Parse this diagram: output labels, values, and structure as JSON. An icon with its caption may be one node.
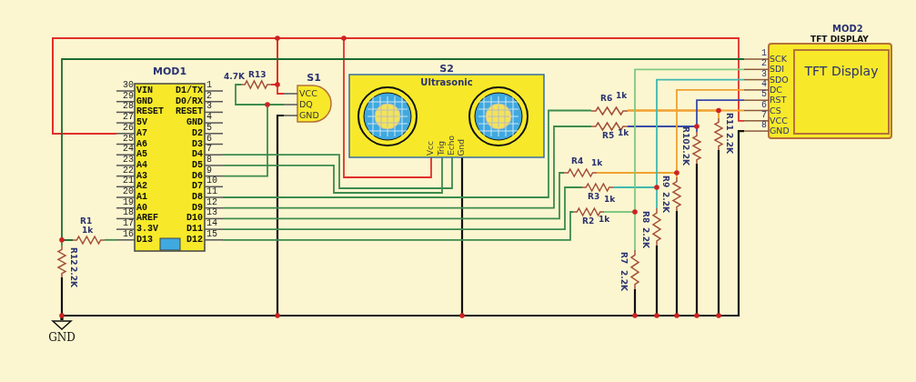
{
  "diagram": {
    "nodes": [
      {
        "beside": [
          "30",
          "29",
          "28",
          "27",
          "26",
          "25",
          "24",
          "23",
          "22",
          "21",
          "20",
          "19",
          "18",
          "17",
          "16",
          "1",
          "2",
          "3",
          "4",
          "5",
          "6",
          "7",
          "8",
          "9",
          "10",
          "11",
          "12",
          "13",
          "14",
          "15"
        ],
        "text": [
          "MOD1",
          "VIN",
          "GND",
          "RESET",
          "5V",
          "A7",
          "A6",
          "A5",
          "A4",
          "A3",
          "A2",
          "A1",
          "A0",
          "AREF",
          "3.3V",
          "D13",
          "D1/TX",
          "D0/RX",
          "RESET",
          "GND",
          "D2",
          "D3",
          "D4",
          "D5",
          "D6",
          "D7",
          "D8",
          "D9",
          "D10",
          "D11",
          "D12"
        ]
      },
      {
        "text": [
          "S1",
          "VCC",
          "DQ",
          "GND"
        ]
      },
      {
        "text": [
          "S2",
          "Ultrasonic",
          "Vcc",
          "Trig",
          "Echo",
          "Gnd"
        ]
      },
      {
        "beside": [
          "1",
          "2",
          "3",
          "4",
          "5",
          "6",
          "7",
          "8"
        ],
        "text": [
          "MOD2",
          "TFT DISPLAY",
          "SCK",
          "SDI",
          "SDO",
          "DC",
          "RST",
          "CS",
          "VCC",
          "GND"
        ]
      },
      {
        "text": [
          "TFT Display"
        ],
        "in": 3
      },
      {
        "text": [],
        "shape": "resistor",
        "beside": [
          "4.7K",
          "R13"
        ]
      },
      {
        "text": [],
        "shape": "resistor",
        "beside": [
          "R1",
          "1k"
        ]
      },
      {
        "text": [],
        "shape": "resistor",
        "beside": [
          "R12",
          "2.2K"
        ]
      },
      {
        "text": [],
        "shape": "resistor",
        "beside": [
          "R6",
          "1k"
        ]
      },
      {
        "text": [],
        "shape": "resistor",
        "beside": [
          "R5",
          "1k"
        ]
      },
      {
        "text": [],
        "shape": "resistor",
        "beside": [
          "R4",
          "1k"
        ]
      },
      {
        "text": [],
        "shape": "resistor",
        "beside": [
          "R3",
          "1k"
        ]
      },
      {
        "text": [],
        "shape": "resistor",
        "beside": [
          "R2",
          "1k"
        ]
      },
      {
        "text": [],
        "shape": "resistor",
        "beside": [
          "R11",
          "2.2K"
        ]
      },
      {
        "text": [],
        "shape": "resistor",
        "beside": [
          "R10",
          "2.2K"
        ]
      },
      {
        "text": [],
        "shape": "resistor",
        "beside": [
          "R9",
          "2.2K"
        ]
      },
      {
        "text": [],
        "shape": "resistor",
        "beside": [
          "R8",
          "2.2K"
        ]
      },
      {
        "text": [],
        "shape": "resistor",
        "beside": [
          "R7",
          "2.2K"
        ]
      },
      {
        "text": [
          "GND"
        ]
      }
    ],
    "edges": [
      {
        "from": 0,
        "to": 1,
        "arrow": "none",
        "color": "#e0302a"
      },
      {
        "from": 0,
        "to": 2,
        "arrow": "none",
        "color": "#e0302a"
      },
      {
        "from": 0,
        "to": 3,
        "arrow": "none",
        "color": "#e0302a"
      },
      {
        "from": 0,
        "to": 5,
        "arrow": "none",
        "color": "#e0302a"
      },
      {
        "from": 5,
        "to": 1,
        "arrow": "none"
      },
      {
        "from": 0,
        "to": 1,
        "arrow": "none"
      },
      {
        "from": 1,
        "to": 18,
        "arrow": "none",
        "color": "#111111"
      },
      {
        "from": 2,
        "to": 18,
        "arrow": "none",
        "color": "#111111"
      },
      {
        "from": 3,
        "to": 18,
        "arrow": "none",
        "color": "#111111"
      },
      {
        "from": 17,
        "to": 18,
        "arrow": "none",
        "color": "#111111"
      },
      {
        "from": 16,
        "to": 18,
        "arrow": "none",
        "color": "#111111"
      },
      {
        "from": 15,
        "to": 18,
        "arrow": "none",
        "color": "#111111"
      },
      {
        "from": 14,
        "to": 18,
        "arrow": "none",
        "color": "#111111"
      },
      {
        "from": 13,
        "to": 18,
        "arrow": "none",
        "color": "#111111"
      },
      {
        "from": 7,
        "to": 18,
        "arrow": "none",
        "color": "#111111"
      },
      {
        "from": 0,
        "to": 6,
        "arrow": "none"
      },
      {
        "from": 6,
        "to": 7,
        "arrow": "none"
      },
      {
        "from": 6,
        "to": 3,
        "arrow": "none",
        "color": "#1e6b33"
      },
      {
        "from": 0,
        "to": 2,
        "arrow": "none"
      },
      {
        "from": 0,
        "to": 2,
        "arrow": "none"
      },
      {
        "from": 0,
        "to": 8,
        "arrow": "none"
      },
      {
        "from": 0,
        "to": 9,
        "arrow": "none"
      },
      {
        "from": 0,
        "to": 10,
        "arrow": "none"
      },
      {
        "from": 0,
        "to": 11,
        "arrow": "none"
      },
      {
        "from": 0,
        "to": 12,
        "arrow": "none"
      },
      {
        "from": 8,
        "to": 3,
        "arrow": "none",
        "color": "#f0a030"
      },
      {
        "from": 8,
        "to": 13,
        "arrow": "none",
        "color": "#f0a030"
      },
      {
        "from": 9,
        "to": 3,
        "arrow": "none",
        "color": "#3a4aa8"
      },
      {
        "from": 9,
        "to": 14,
        "arrow": "none",
        "color": "#3a4aa8"
      },
      {
        "from": 10,
        "to": 3,
        "arrow": "none",
        "color": "#f0a030"
      },
      {
        "from": 10,
        "to": 15,
        "arrow": "none",
        "color": "#f0a030"
      },
      {
        "from": 11,
        "to": 3,
        "arrow": "none",
        "color": "#40b8b0"
      },
      {
        "from": 11,
        "to": 16,
        "arrow": "none",
        "color": "#40b8b0"
      },
      {
        "from": 12,
        "to": 3,
        "arrow": "none",
        "color": "#80c880"
      },
      {
        "from": 12,
        "to": 17,
        "arrow": "none",
        "color": "#80c880"
      }
    ]
  }
}
